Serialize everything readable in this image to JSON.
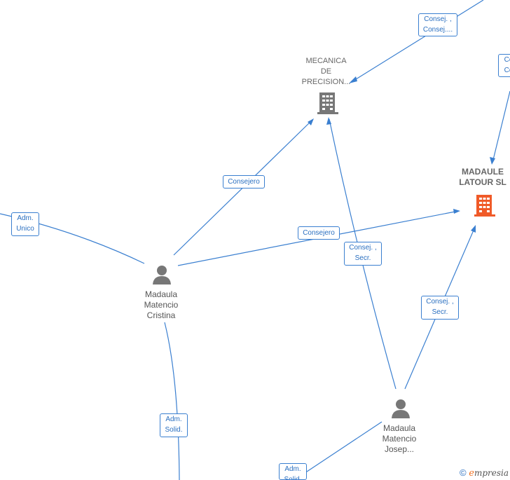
{
  "nodes": {
    "mecanica": {
      "lines": [
        "MECANICA",
        "DE",
        "PRECISION..."
      ],
      "icon": "building-icon",
      "color": "#777777"
    },
    "madaule": {
      "lines": [
        "MADAULE",
        "LATOUR  SL"
      ],
      "icon": "building-icon",
      "color": "#f05a28"
    },
    "cristina": {
      "lines": [
        "Madaula",
        "Matencio",
        "Cristina"
      ],
      "icon": "person-icon",
      "color": "#777777"
    },
    "josep": {
      "lines": [
        "Madaula",
        "Matencio",
        "Josep..."
      ],
      "icon": "person-icon",
      "color": "#777777"
    }
  },
  "edge_labels": {
    "top_consej": [
      "Consej. ,",
      "Consej...."
    ],
    "right_top": [
      "Co",
      "Co"
    ],
    "consejero_mecanica": [
      "Consejero"
    ],
    "consejero_madaule": [
      "Consejero"
    ],
    "adm_unico": [
      "Adm.",
      "Unico"
    ],
    "josep_mecanica": [
      "Consej. ,",
      "Secr."
    ],
    "josep_madaule": [
      "Consej. ,",
      "Secr."
    ],
    "adm_solid_cristina": [
      "Adm.",
      "Solid."
    ],
    "adm_solid_josep": [
      "Adm.",
      "Solid."
    ]
  },
  "watermark": {
    "symbol": "©",
    "brand_initial": "e",
    "brand_rest": "mpresia"
  },
  "colors": {
    "edge": "#3a7fd0",
    "highlight": "#f05a28",
    "node": "#777777"
  }
}
